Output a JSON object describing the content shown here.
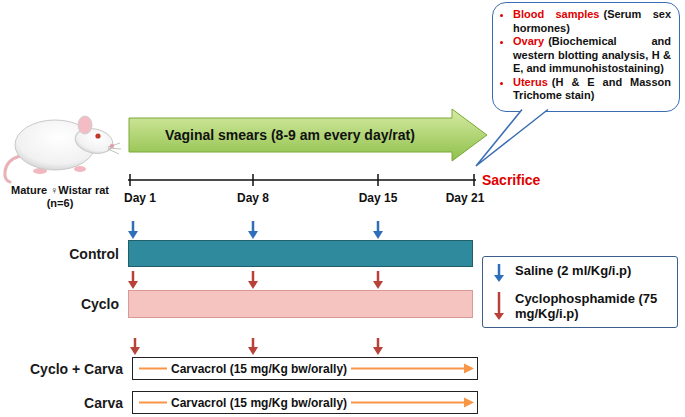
{
  "diagram": {
    "nodes": [
      {
        "text": [
          "Blood samples",
          "(Serum sex hormones)",
          "Ovary",
          "(Biochemical and western blotting analysis, H & E, and immunohistostaining)",
          "Uterus",
          "(H & E and Masson Trichome stain)"
        ]
      },
      {
        "text": [
          "Vaginal smears (8-9 am every day/rat)"
        ]
      },
      {
        "text": [
          "Control"
        ]
      },
      {
        "text": [
          "Cyclo"
        ]
      },
      {
        "text": [
          "Cyclo + Carva",
          "Carvacrol (15 mg/Kg bw/orally)"
        ]
      },
      {
        "text": [
          "Carva",
          "Carvacrol (15 mg/Kg bw/orally)"
        ]
      }
    ],
    "labels": [
      "Mature ♀Wistar rat (n=6)",
      "Day 1",
      "Day 8",
      "Day 15",
      "Day 21",
      "Sacrifice"
    ],
    "legend": [
      {
        "text": "Saline (2 ml/Kg/i.p)"
      },
      {
        "text": "Cyclophosphamide (75 mg/Kg/i.p)"
      }
    ]
  }
}
